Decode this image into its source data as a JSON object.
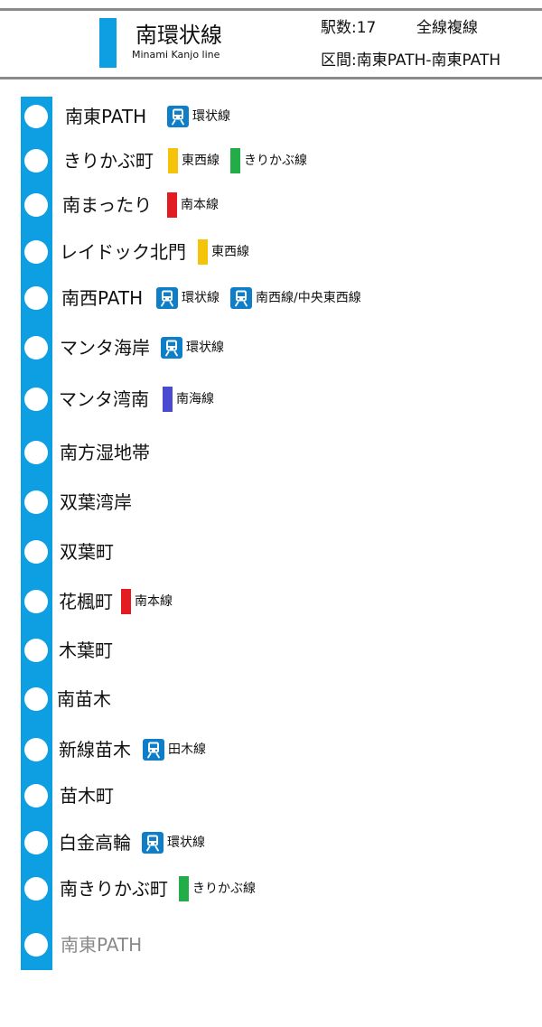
{
  "colors": {
    "line": "#0e9ee2",
    "header_rule": "#8a8a8a",
    "train_icon": "#0e7ec8",
    "yellow": "#f5c30a",
    "green": "#22ad49",
    "red": "#e31c22",
    "purple": "#4a4ad0",
    "dim_text": "#8a8a8a"
  },
  "header": {
    "line_name_jp": "南環状線",
    "line_name_en": "Minami Kanjo line",
    "station_count": "駅数:17",
    "track_type": "全線複線",
    "section": "区間:南東PATH-南東PATH"
  },
  "stations": [
    {
      "name": "南東PATH",
      "connections": [
        {
          "kind": "train",
          "label": "環状線"
        }
      ]
    },
    {
      "name": "きりかぶ町",
      "connections": [
        {
          "kind": "bar",
          "color": "yellow",
          "label": "東西線"
        },
        {
          "kind": "bar",
          "color": "green",
          "label": "きりかぶ線"
        }
      ]
    },
    {
      "name": "南まったり",
      "connections": [
        {
          "kind": "bar",
          "color": "red",
          "label": "南本線"
        }
      ]
    },
    {
      "name": "レイドック北門",
      "connections": [
        {
          "kind": "bar",
          "color": "yellow",
          "label": "東西線"
        }
      ]
    },
    {
      "name": "南西PATH",
      "connections": [
        {
          "kind": "train",
          "label": "環状線"
        },
        {
          "kind": "train",
          "label": "南西線/中央東西線"
        }
      ]
    },
    {
      "name": "マンタ海岸",
      "connections": [
        {
          "kind": "train",
          "label": "環状線"
        }
      ]
    },
    {
      "name": "マンタ湾南",
      "connections": [
        {
          "kind": "bar",
          "color": "purple",
          "label": "南海線"
        }
      ]
    },
    {
      "name": "南方湿地帯",
      "connections": []
    },
    {
      "name": "双葉湾岸",
      "connections": []
    },
    {
      "name": "双葉町",
      "connections": []
    },
    {
      "name": "花楓町",
      "connections": [
        {
          "kind": "bar",
          "color": "red",
          "label": "南本線"
        }
      ]
    },
    {
      "name": "木葉町",
      "connections": []
    },
    {
      "name": "南苗木",
      "connections": []
    },
    {
      "name": "新線苗木",
      "connections": [
        {
          "kind": "train",
          "label": "田木線"
        }
      ]
    },
    {
      "name": "苗木町",
      "connections": []
    },
    {
      "name": "白金高輪",
      "connections": [
        {
          "kind": "train",
          "label": "環状線"
        }
      ]
    },
    {
      "name": "南きりかぶ町",
      "connections": [
        {
          "kind": "bar",
          "color": "green",
          "label": "きりかぶ線"
        }
      ]
    },
    {
      "name": "南東PATH",
      "dim": true,
      "connections": []
    }
  ]
}
